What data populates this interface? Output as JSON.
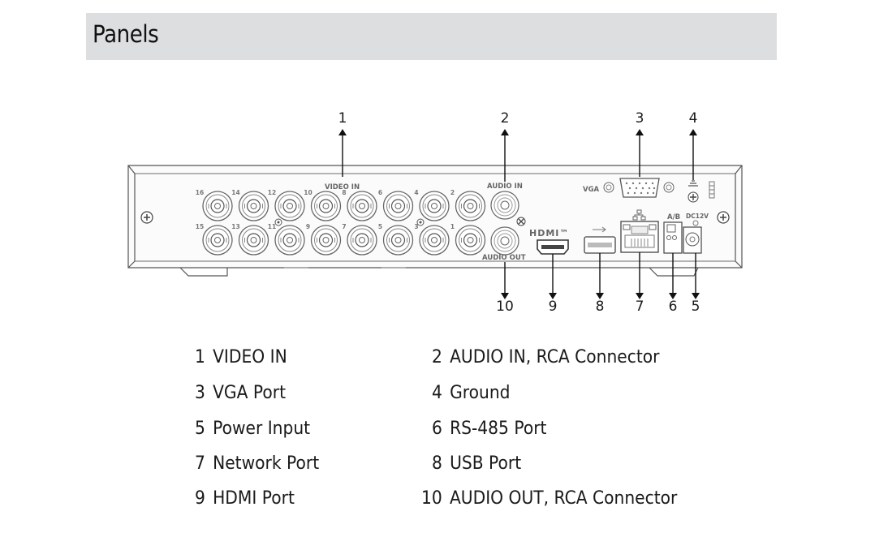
{
  "header": {
    "title": "Panels"
  },
  "device": {
    "labels": {
      "video_in": "VIDEO IN",
      "audio_in": "AUDIO IN",
      "audio_out": "AUDIO OUT",
      "vga": "VGA",
      "hdmi": "HDMI™",
      "ab": "A/B",
      "dc": "DC12V"
    },
    "video_channels_top": [
      "16",
      "14",
      "12",
      "10",
      "8",
      "6",
      "4",
      "2"
    ],
    "video_channels_bottom": [
      "15",
      "13",
      "11",
      "9",
      "7",
      "5",
      "3",
      "1"
    ]
  },
  "callouts_top": [
    "1",
    "2",
    "3",
    "4"
  ],
  "callouts_bottom": [
    "10",
    "9",
    "8",
    "7",
    "6",
    "5"
  ],
  "legend": [
    {
      "num": "1",
      "label": "VIDEO IN"
    },
    {
      "num": "2",
      "label": "AUDIO IN, RCA Connector"
    },
    {
      "num": "3",
      "label": "VGA Port"
    },
    {
      "num": "4",
      "label": "Ground"
    },
    {
      "num": "5",
      "label": "Power Input"
    },
    {
      "num": "6",
      "label": "RS-485 Port"
    },
    {
      "num": "7",
      "label": "Network Port"
    },
    {
      "num": "8",
      "label": "USB Port"
    },
    {
      "num": "9",
      "label": "HDMI Port"
    },
    {
      "num": "10",
      "label": "AUDIO OUT, RCA Connector"
    }
  ]
}
